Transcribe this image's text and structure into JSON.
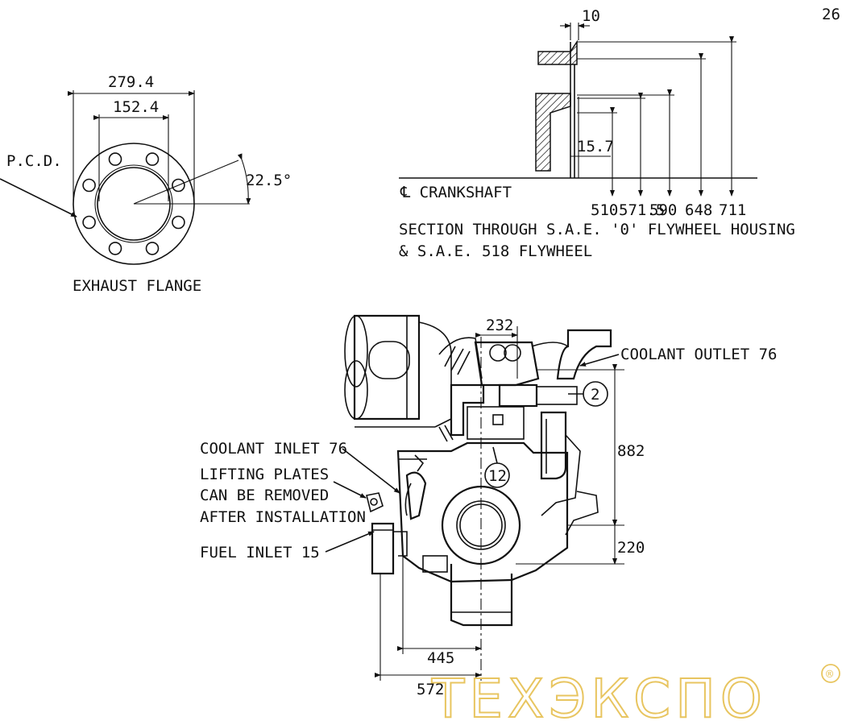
{
  "page": {
    "number": "26"
  },
  "exhaust_flange": {
    "title": "EXHAUST FLANGE",
    "pcd_label": "P.C.D.",
    "dim_outer": "279.4",
    "dim_inner": "152.4",
    "angle": "22.5°"
  },
  "flywheel_section": {
    "dim_top": "10",
    "dim_inner": "15.7",
    "crankshaft_label": "℄ CRANKSHAFT",
    "radii": [
      "510",
      "571.5",
      "590",
      "648",
      "711"
    ],
    "caption_line1": "SECTION THROUGH S.A.E. '0' FLYWHEEL HOUSING",
    "caption_line2": "& S.A.E. 518 FLYWHEEL"
  },
  "engine_view": {
    "dim_top": "232",
    "dim_height": "882",
    "dim_lower": "220",
    "dim_width_inner": "445",
    "dim_width_outer": "572",
    "callout_2": "2",
    "callout_12": "12",
    "labels": {
      "coolant_outlet": "COOLANT OUTLET 76",
      "coolant_inlet": "COOLANT INLET 76",
      "lifting_1": "LIFTING PLATES",
      "lifting_2": "CAN BE REMOVED",
      "lifting_3": "AFTER INSTALLATION",
      "fuel_inlet": "FUEL INLET 15"
    }
  },
  "watermark": {
    "text": "ТЕХЭКСПО",
    "mark": "®",
    "color": "#e8c560"
  }
}
